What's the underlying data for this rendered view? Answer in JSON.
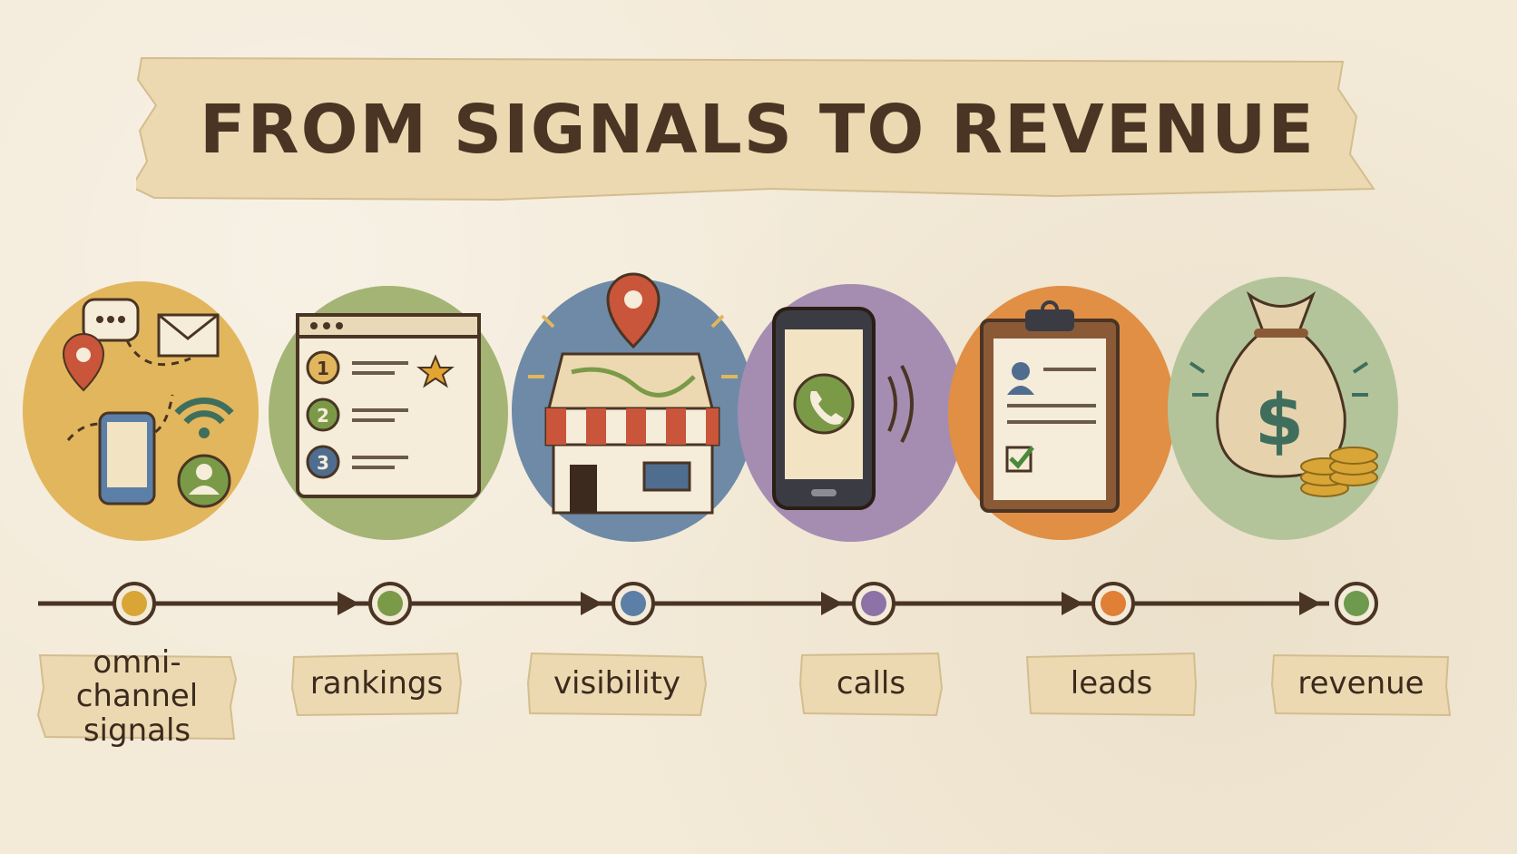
{
  "title": "FROM SIGNALS TO REVENUE",
  "stages": [
    {
      "label": "omni-channel signals",
      "icon": "signals-icon",
      "color": "#e2b65c",
      "node": "#d9a536"
    },
    {
      "label": "rankings",
      "icon": "rankings-icon",
      "color": "#a3b475",
      "node": "#7b9a48"
    },
    {
      "label": "visibility",
      "icon": "storefront-map-icon",
      "color": "#6e8aa6",
      "node": "#5b7fa6"
    },
    {
      "label": "calls",
      "icon": "phone-call-icon",
      "color": "#a58db1",
      "node": "#8c72a6"
    },
    {
      "label": "leads",
      "icon": "clipboard-lead-icon",
      "color": "#e08f45",
      "node": "#e07f36"
    },
    {
      "label": "revenue",
      "icon": "money-bag-icon",
      "color": "#b4c49a",
      "node": "#6e9a4e"
    }
  ],
  "colors": {
    "background": "#f3ead8",
    "banner": "#ecd9b2",
    "text": "#4a3423",
    "line": "#4a3423"
  }
}
